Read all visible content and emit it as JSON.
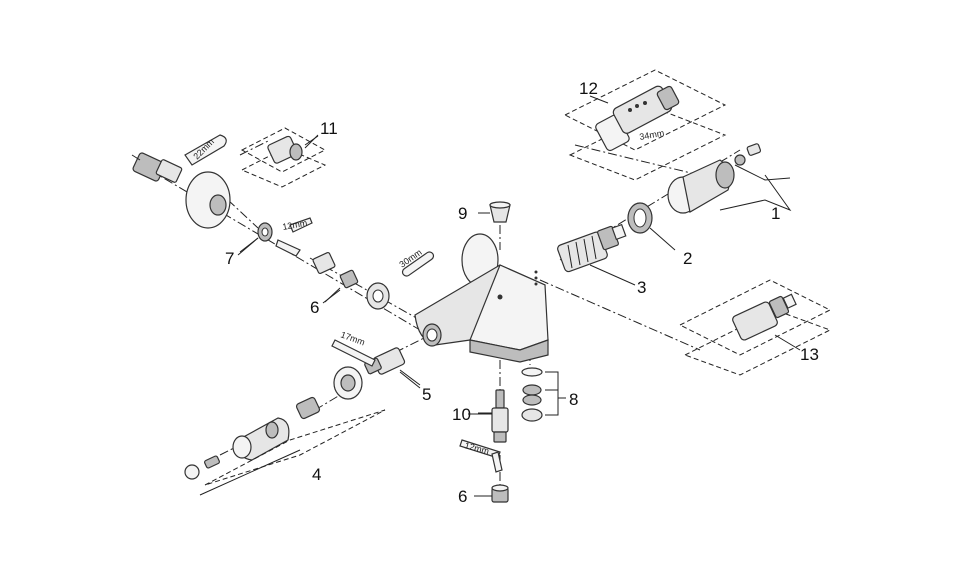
{
  "callouts": {
    "n1": "1",
    "n2": "2",
    "n3": "3",
    "n4": "4",
    "n5": "5",
    "n6a": "6",
    "n6b": "6",
    "n7": "7",
    "n8": "8",
    "n9": "9",
    "n10": "10",
    "n11": "11",
    "n12": "12",
    "n13": "13"
  },
  "wrench_sizes": {
    "w22": "22mm",
    "w12a": "12mm",
    "w30": "30mm",
    "w17": "17mm",
    "w34": "34mm",
    "w12b": "12mm"
  }
}
